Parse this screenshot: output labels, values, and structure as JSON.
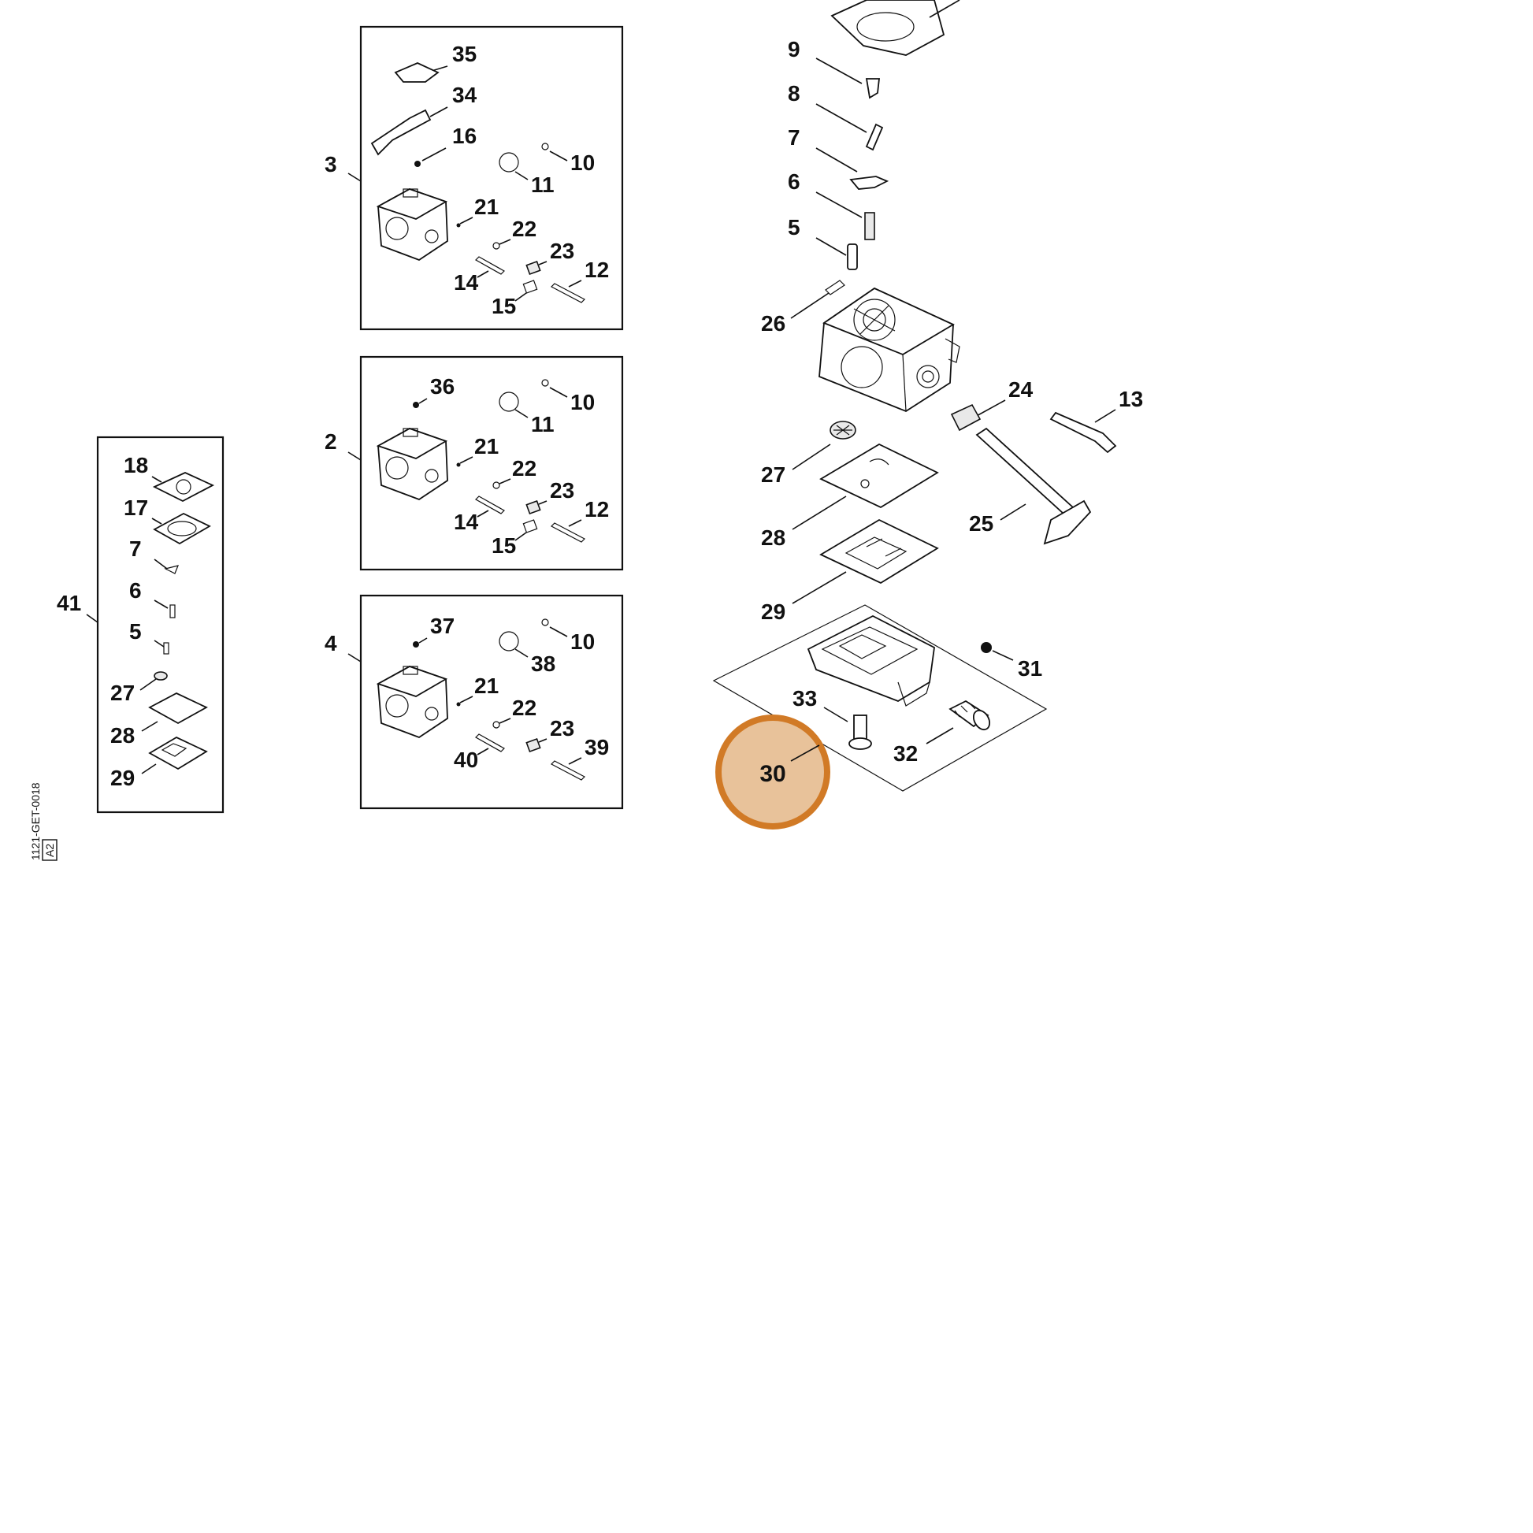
{
  "highlight": {
    "label": "30",
    "fill_color": "#e8c29a",
    "ring_color": "#d17a26"
  },
  "callouts": {
    "n35": "35",
    "n34": "34",
    "n16": "16",
    "n3": "3",
    "n10": "10",
    "n11": "11",
    "n21": "21",
    "n22": "22",
    "n23": "23",
    "n14": "14",
    "n12": "12",
    "n15": "15",
    "n2": "2",
    "n36": "36",
    "n4": "4",
    "n37": "37",
    "n38": "38",
    "n40": "40",
    "n39": "39",
    "n41": "41",
    "n18": "18",
    "n17": "17",
    "n7": "7",
    "n6": "6",
    "n5": "5",
    "n27": "27",
    "n28": "28",
    "n29": "29",
    "n9": "9",
    "n8": "8",
    "n26": "26",
    "n24": "24",
    "n13": "13",
    "n25": "25",
    "n31": "31",
    "n33": "33",
    "n32": "32"
  },
  "drawing_code": {
    "line1": "1121-GET-0018",
    "line2": "A2"
  }
}
